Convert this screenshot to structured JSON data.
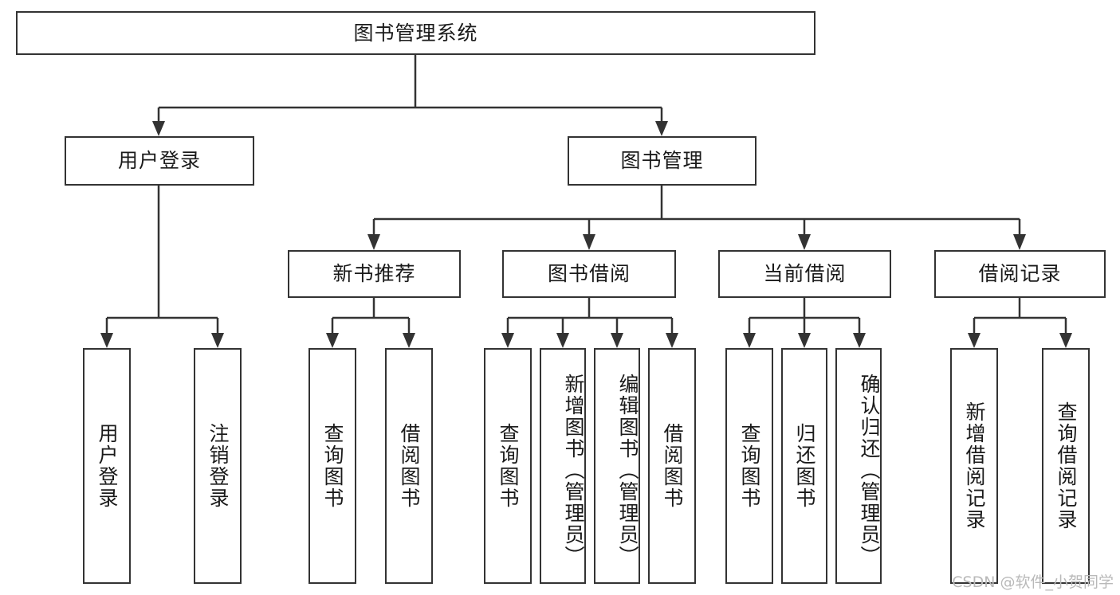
{
  "diagram": {
    "type": "tree",
    "title": "图书管理系统",
    "watermark": "CSDN @软件_小贺同学",
    "colors": {
      "stroke": "#333333",
      "box_fill": "#ffffff",
      "text": "#1a1a1a",
      "watermark": "#b9b9b9",
      "background": "#ffffff"
    },
    "levels": {
      "root": "图书管理系统",
      "level2": [
        "用户登录",
        "图书管理"
      ],
      "level3": [
        "新书推荐",
        "图书借阅",
        "当前借阅",
        "借阅记录"
      ]
    },
    "nodes": {
      "root": {
        "label": "图书管理系统",
        "orientation": "horizontal"
      },
      "user_login": {
        "label": "用户登录",
        "orientation": "horizontal"
      },
      "book_manage": {
        "label": "图书管理",
        "orientation": "horizontal"
      },
      "new_book_rec": {
        "label": "新书推荐",
        "orientation": "horizontal"
      },
      "book_borrow": {
        "label": "图书借阅",
        "orientation": "horizontal"
      },
      "current_borrow": {
        "label": "当前借阅",
        "orientation": "horizontal"
      },
      "borrow_record": {
        "label": "借阅记录",
        "orientation": "horizontal"
      },
      "leaf_user_login": {
        "label": "用户登录",
        "orientation": "vertical"
      },
      "leaf_logout": {
        "label": "注销登录",
        "orientation": "vertical"
      },
      "leaf_query_book_1": {
        "label": "查询图书",
        "orientation": "vertical"
      },
      "leaf_borrow_book_1": {
        "label": "借阅图书",
        "orientation": "vertical"
      },
      "leaf_query_book_2": {
        "label": "查询图书",
        "orientation": "vertical"
      },
      "leaf_add_book": {
        "label": "新增图书（管理员）",
        "orientation": "vertical"
      },
      "leaf_edit_book": {
        "label": "编辑图书（管理员）",
        "orientation": "vertical"
      },
      "leaf_borrow_book_2": {
        "label": "借阅图书",
        "orientation": "vertical"
      },
      "leaf_query_book_3": {
        "label": "查询图书",
        "orientation": "vertical"
      },
      "leaf_return_book": {
        "label": "归还图书",
        "orientation": "vertical"
      },
      "leaf_confirm_return": {
        "label": "确认归还（管理员）",
        "orientation": "vertical"
      },
      "leaf_add_record": {
        "label": "新增借阅记录",
        "orientation": "vertical"
      },
      "leaf_query_record": {
        "label": "查询借阅记录",
        "orientation": "vertical"
      }
    },
    "edges": [
      {
        "from": "root",
        "to": "user_login"
      },
      {
        "from": "root",
        "to": "book_manage"
      },
      {
        "from": "user_login",
        "to": "leaf_user_login"
      },
      {
        "from": "user_login",
        "to": "leaf_logout"
      },
      {
        "from": "book_manage",
        "to": "new_book_rec"
      },
      {
        "from": "book_manage",
        "to": "book_borrow"
      },
      {
        "from": "book_manage",
        "to": "current_borrow"
      },
      {
        "from": "book_manage",
        "to": "borrow_record"
      },
      {
        "from": "new_book_rec",
        "to": "leaf_query_book_1"
      },
      {
        "from": "new_book_rec",
        "to": "leaf_borrow_book_1"
      },
      {
        "from": "book_borrow",
        "to": "leaf_query_book_2"
      },
      {
        "from": "book_borrow",
        "to": "leaf_add_book"
      },
      {
        "from": "book_borrow",
        "to": "leaf_edit_book"
      },
      {
        "from": "book_borrow",
        "to": "leaf_borrow_book_2"
      },
      {
        "from": "current_borrow",
        "to": "leaf_query_book_3"
      },
      {
        "from": "current_borrow",
        "to": "leaf_return_book"
      },
      {
        "from": "current_borrow",
        "to": "leaf_confirm_return"
      },
      {
        "from": "borrow_record",
        "to": "leaf_add_record"
      },
      {
        "from": "borrow_record",
        "to": "leaf_query_record"
      }
    ]
  }
}
